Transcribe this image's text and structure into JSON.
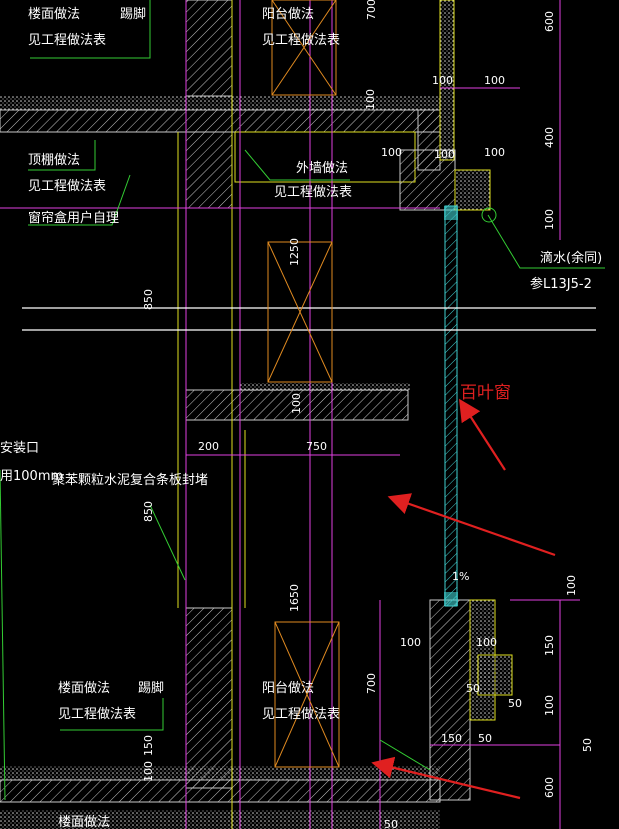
{
  "colors": {
    "background": "#000000",
    "wall_hatch": "#c8c8c8",
    "magenta": "#e040e0",
    "green": "#33cc33",
    "yellow": "#e0e020",
    "orange": "#e08a20",
    "cyan": "#40d0d0",
    "annotation_red": "#e02020",
    "text": "#ffffff"
  },
  "labels": {
    "floor_method_top": "楼面做法",
    "baseboard_top": "踢脚",
    "see_table_1": "见工程做法表",
    "balcony_method_top": "阳台做法",
    "see_table_2": "见工程做法表",
    "ceiling_method": "顶棚做法",
    "see_table_3": "见工程做法表",
    "curtain_box": "窗帘盒用户自理",
    "exterior_wall_method": "外墙做法",
    "see_table_4": "见工程做法表",
    "drip": "滴水(余同)",
    "drip_ref": "参L13J5-2",
    "louver_window": "百叶窗",
    "left_partial_1": "安装口",
    "left_partial_2": "用100mm",
    "fill_note": "聚苯颗粒水泥复合条板封堵",
    "slope": "1%",
    "floor_method_bottom": "楼面做法",
    "baseboard_bottom": "踢脚",
    "see_table_5": "见工程做法表",
    "balcony_method_bottom": "阳台做法",
    "see_table_6": "见工程做法表",
    "floor_method_cut": "楼面做法"
  },
  "dimensions": {
    "d700_top": "700",
    "d600_top": "600",
    "d100_a": "100",
    "d100_b": "100",
    "d100_slab": "100",
    "d400": "400",
    "d100_c": "100",
    "d100_d": "100",
    "d100_e": "100",
    "d100_right": "100",
    "d1250": "1250",
    "d850_a": "850",
    "d100_mid": "100",
    "d200": "200",
    "d750": "750",
    "d850_b": "850",
    "d1650": "1650",
    "d100_low": "100",
    "d100_f": "100",
    "d100_far": "100",
    "d150_a": "150",
    "d50_a": "50",
    "d50_b": "50",
    "d100_g": "100",
    "d700_bot": "700",
    "d150_b": "150",
    "d50_c": "50",
    "d150_c": "150",
    "d100_slab_b": "100",
    "d600_bot": "600",
    "d50_d": "50",
    "d50_e": "50"
  }
}
